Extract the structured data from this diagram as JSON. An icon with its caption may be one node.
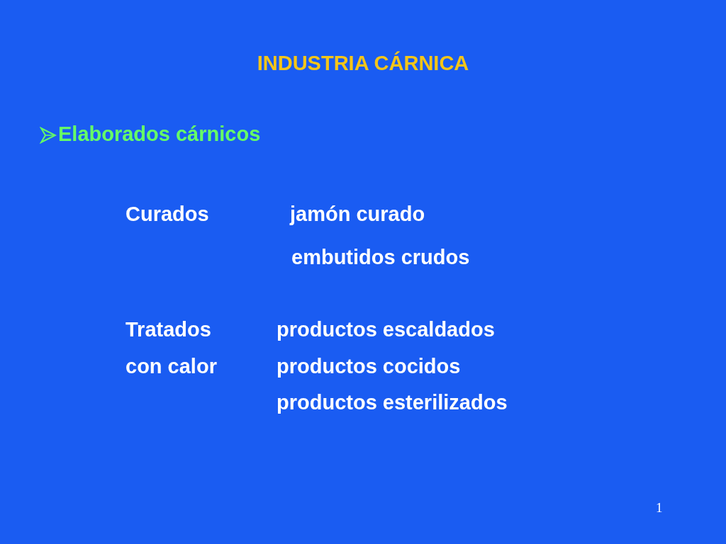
{
  "diagram": {
    "title": "INDUSTRIA CÁRNICA",
    "labels": [
      "Elaborados cárnicos",
      "Curados",
      "jamón curado",
      "embutidos crudos",
      "Tratados con calor",
      "productos escaldados",
      "productos cocidos",
      "productos esterilizados",
      "1"
    ]
  }
}
